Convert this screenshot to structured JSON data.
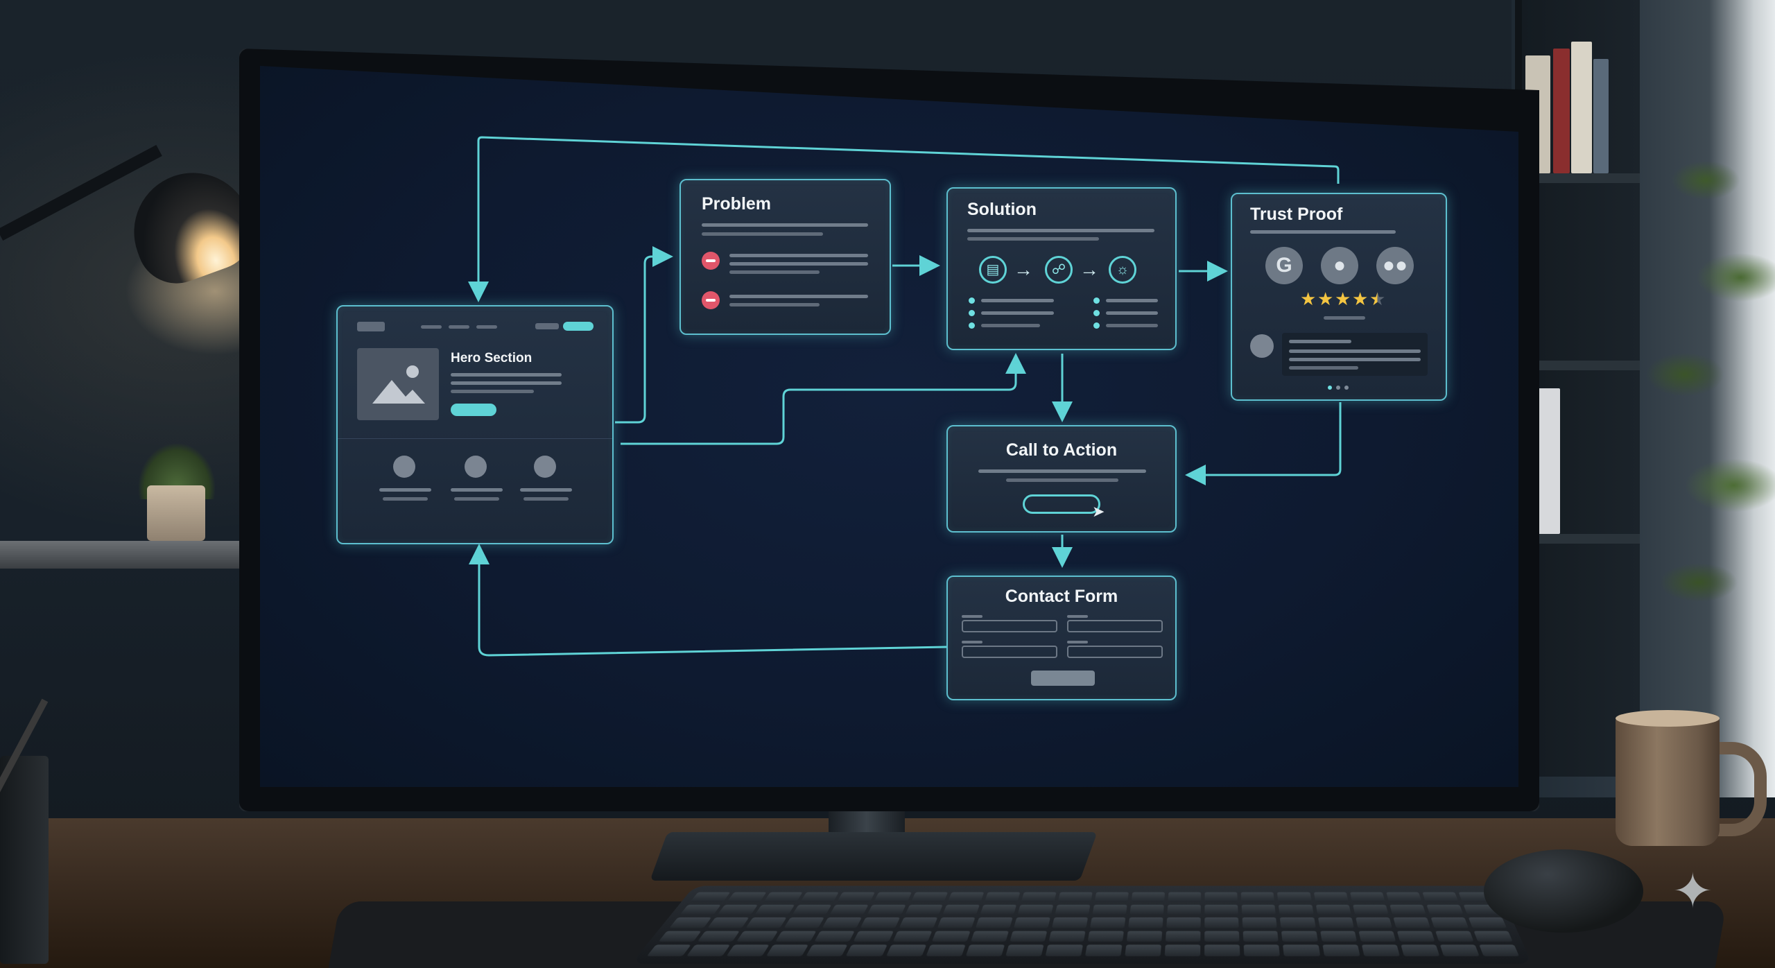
{
  "diagram": {
    "nodes": {
      "hero": {
        "title": "Hero Section"
      },
      "problem": {
        "title": "Problem"
      },
      "solution": {
        "title": "Solution"
      },
      "trust": {
        "title": "Trust Proof",
        "rating_stars": 4.5,
        "logo_letter": "G"
      },
      "cta": {
        "title": "Call to Action"
      },
      "contact": {
        "title": "Contact Form"
      }
    },
    "edges": [
      [
        "Problem",
        "Solution"
      ],
      [
        "Solution",
        "Trust Proof"
      ],
      [
        "Solution",
        "Call to Action"
      ],
      [
        "Trust Proof",
        "Call to Action"
      ],
      [
        "Call to Action",
        "Contact Form"
      ],
      [
        "Contact Form",
        "Hero Section"
      ],
      [
        "Hero Section",
        "Problem"
      ],
      [
        "Hero Section",
        "Solution"
      ],
      [
        "Trust Proof",
        "Hero Section"
      ]
    ],
    "colors": {
      "accent": "#5fd3d6",
      "card": "#1f2c3c",
      "negative": "#e0566a",
      "star": "#f4c542",
      "screen": "#0e1a30"
    },
    "icons": {
      "problem_items": "minus-circle-icon",
      "solution_steps": [
        "clipboard-icon",
        "share-icon",
        "lightbulb-icon"
      ],
      "trust_avatars": [
        "google-icon",
        "user-icon",
        "users-icon"
      ]
    }
  }
}
